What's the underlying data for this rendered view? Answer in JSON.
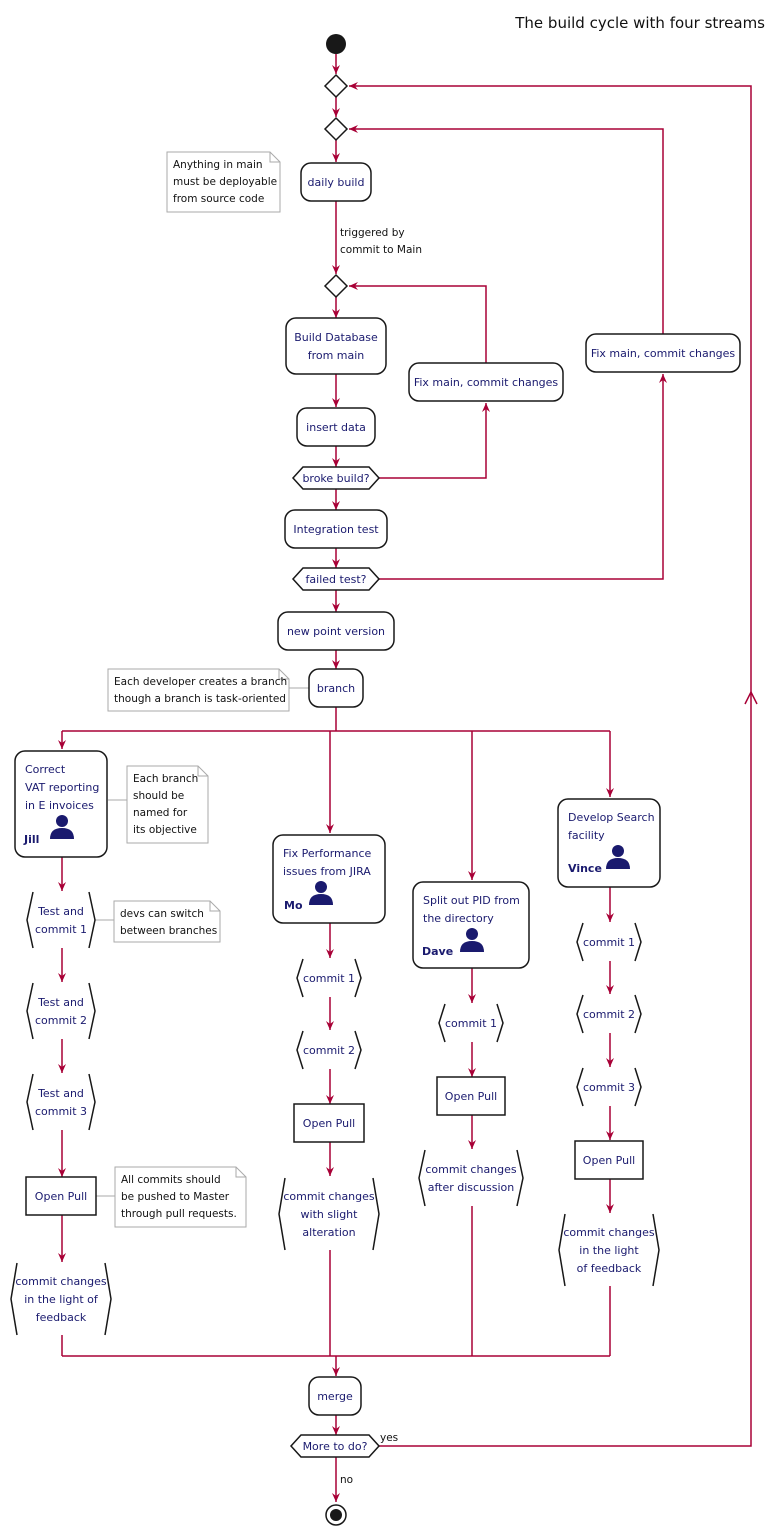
{
  "title": "The build cycle with four streams",
  "notes": {
    "deployable": [
      "Anything in main",
      "must be deployable",
      "from source code"
    ],
    "branch_task": [
      "Each developer creates a branch",
      "though a branch is task-oriented"
    ],
    "named": [
      "Each branch",
      "should be",
      "named for",
      "its objective"
    ],
    "switch": [
      "devs can switch",
      "between branches"
    ],
    "pull": [
      "All commits should",
      "be pushed to Master",
      "through pull requests."
    ]
  },
  "edge_labels": {
    "triggered": [
      "triggered by",
      "commit to Main"
    ],
    "yes": "yes",
    "no": "no"
  },
  "main": {
    "daily_build": "daily build",
    "build_db": [
      "Build Database",
      "from main"
    ],
    "insert_data": "insert data",
    "broke_build": "broke build?",
    "fix_main_1": "Fix main, commit changes",
    "fix_main_2": "Fix main, commit changes",
    "integration_test": "Integration test",
    "failed_test": "failed test?",
    "new_point_version": "new point version",
    "branch": "branch",
    "merge": "merge",
    "more_to_do": "More to do?"
  },
  "streams": {
    "jill": {
      "task": [
        "Correct",
        "VAT reporting",
        "in E invoices"
      ],
      "who": "Jill",
      "steps": [
        [
          "Test and",
          "commit 1"
        ],
        [
          "Test and",
          "commit 2"
        ],
        [
          "Test and",
          "commit 3"
        ]
      ],
      "open_pull": "Open Pull",
      "final": [
        "commit changes",
        "in the light of",
        "feedback"
      ]
    },
    "mo": {
      "task": [
        "Fix Performance",
        "issues from JIRA"
      ],
      "who": "Mo",
      "steps": [
        [
          "commit 1"
        ],
        [
          "commit 2"
        ]
      ],
      "open_pull": "Open Pull",
      "final": [
        "commit changes",
        "with slight",
        "alteration"
      ]
    },
    "dave": {
      "task": [
        "Split out PID from",
        "the directory"
      ],
      "who": "Dave",
      "steps": [
        [
          "commit 1"
        ]
      ],
      "open_pull": "Open Pull",
      "final": [
        "commit changes",
        "after discussion"
      ]
    },
    "vince": {
      "task": [
        "Develop Search",
        "facility"
      ],
      "who": "Vince",
      "steps": [
        [
          "commit 1"
        ],
        [
          "commit 2"
        ],
        [
          "commit 3"
        ]
      ],
      "open_pull": "Open Pull",
      "final": [
        "commit changes",
        "in the light",
        "of feedback"
      ]
    }
  },
  "colors": {
    "edge": "#a80036",
    "node_fill": "#ffffff",
    "node_stroke": "#181818",
    "text": "#1a1a6e",
    "note_stroke": "#aaaaaa",
    "person_icon": "#1a1a6e"
  }
}
